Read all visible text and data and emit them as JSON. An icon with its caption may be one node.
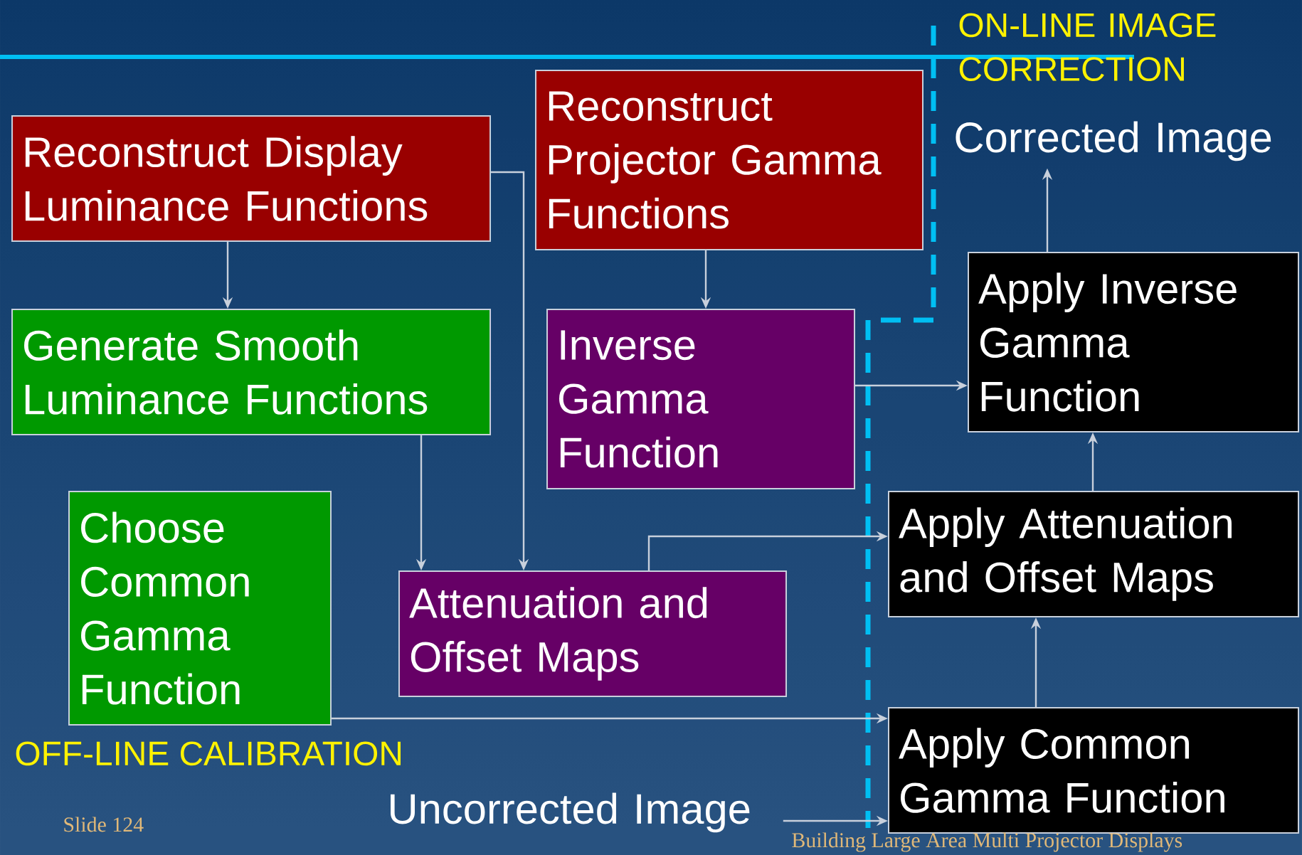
{
  "diagram": {
    "nodes": [
      {
        "text": [
          "Reconstruct Display Luminance Functions"
        ]
      },
      {
        "text": [
          "Reconstruct Projector Gamma Functions"
        ]
      },
      {
        "text": [
          "Generate Smooth Luminance Functions"
        ]
      },
      {
        "text": [
          "Inverse Gamma Function"
        ]
      },
      {
        "text": [
          "Choose Common Gamma Function"
        ]
      },
      {
        "text": [
          "Attenuation and Offset Maps"
        ]
      },
      {
        "text": [
          "Corrected Image"
        ]
      },
      {
        "text": [
          "Apply Inverse Gamma Function"
        ]
      },
      {
        "text": [
          "Apply Attenuation and Offset Maps"
        ]
      },
      {
        "text": [
          "Apply Common Gamma Function"
        ]
      },
      {
        "text": [
          "Uncorrected Image"
        ]
      }
    ],
    "edges": [
      {
        "from": 0,
        "to": 2,
        "arrow": "to"
      },
      {
        "from": 0,
        "to": 5,
        "arrow": "to"
      },
      {
        "from": 2,
        "to": 5,
        "arrow": "to"
      },
      {
        "from": 1,
        "to": 3,
        "arrow": "to"
      },
      {
        "from": 3,
        "to": 7,
        "arrow": "to"
      },
      {
        "from": 5,
        "to": 8,
        "arrow": "to"
      },
      {
        "from": 4,
        "to": 9,
        "arrow": "to"
      },
      {
        "from": 9,
        "to": 8,
        "arrow": "to"
      },
      {
        "from": 8,
        "to": 7,
        "arrow": "to"
      },
      {
        "from": 7,
        "to": 6,
        "arrow": "to"
      },
      {
        "from": 10,
        "to": 9,
        "arrow": "to"
      }
    ],
    "labels": [
      "ON-LINE IMAGE CORRECTION",
      "OFF-LINE CALIBRATION",
      "Slide 124",
      "Building Large Area Multi Projector Displays"
    ]
  }
}
